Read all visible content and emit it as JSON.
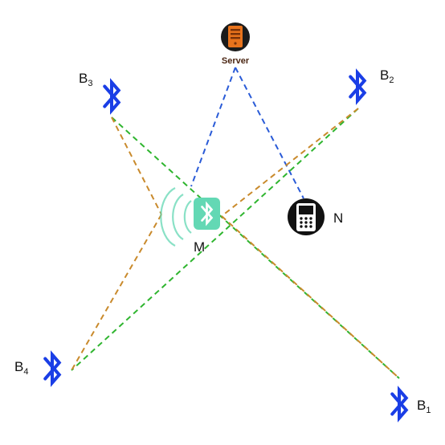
{
  "colors": {
    "server_link": "#2a5bd7",
    "green_link": "#2fb52f",
    "orange_link": "#c98a2c",
    "beacon": "#1a3ee6",
    "device_m": "#63d8b4",
    "device_n": "#111111",
    "server_icon": "#e8731c"
  },
  "server": {
    "label": "Server",
    "icon": "server-icon"
  },
  "device_m": {
    "label": "M",
    "icon": "bluetooth-device-icon"
  },
  "device_n": {
    "label": "N",
    "icon": "mobile-phone-icon"
  },
  "beacons": [
    {
      "id": "b1",
      "base": "B",
      "sub": "1",
      "icon": "bluetooth-icon"
    },
    {
      "id": "b2",
      "base": "B",
      "sub": "2",
      "icon": "bluetooth-icon"
    },
    {
      "id": "b3",
      "base": "B",
      "sub": "3",
      "icon": "bluetooth-icon"
    },
    {
      "id": "b4",
      "base": "B",
      "sub": "4",
      "icon": "bluetooth-icon"
    }
  ],
  "links": [
    {
      "from": "server",
      "to": "device_m",
      "type": "server_link"
    },
    {
      "from": "server",
      "to": "device_n",
      "type": "server_link"
    },
    {
      "from": "b3",
      "to": "b1",
      "type": "green_link"
    },
    {
      "from": "b2",
      "to": "b4",
      "type": "green_link"
    },
    {
      "from": "b3",
      "to": "device_m",
      "type": "orange_link"
    },
    {
      "from": "device_m",
      "to": "b4",
      "type": "orange_link"
    },
    {
      "from": "b2",
      "to": "device_m",
      "type": "orange_link"
    },
    {
      "from": "device_m",
      "to": "b1",
      "type": "orange_link"
    }
  ]
}
